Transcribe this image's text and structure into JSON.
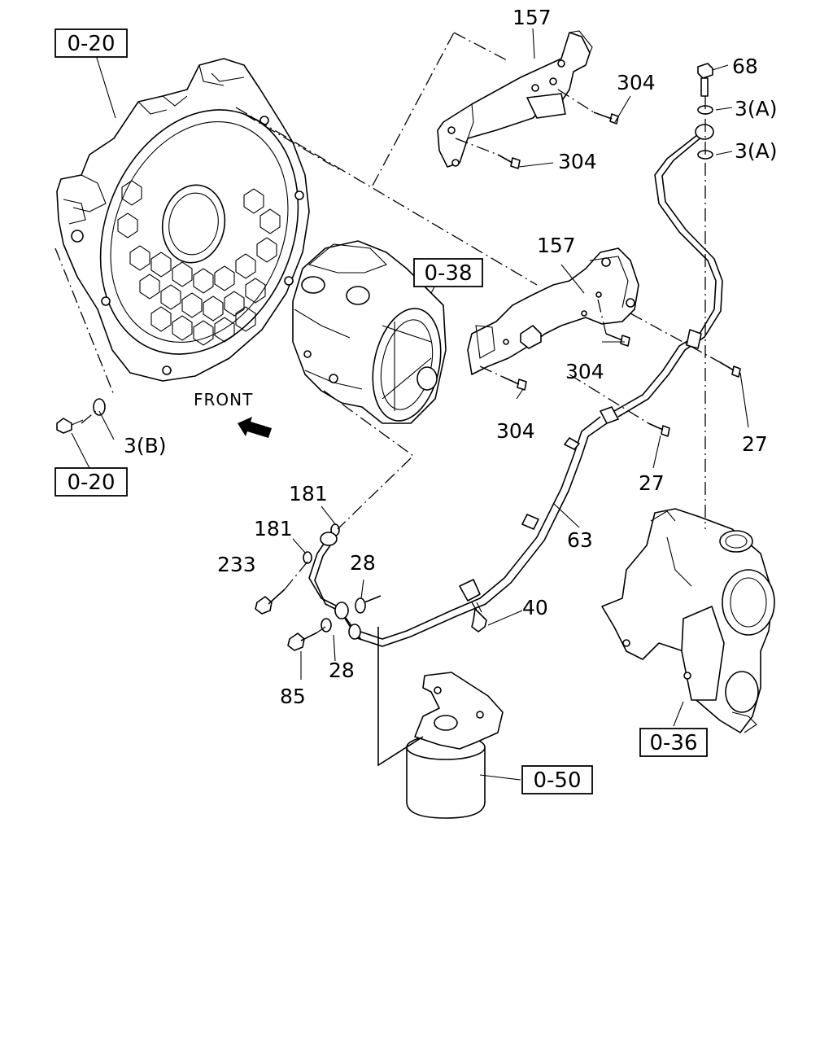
{
  "diagram": {
    "front_label": "FRONT",
    "reference_boxes": [
      "0-20",
      "0-20",
      "0-38",
      "0-36",
      "0-50"
    ],
    "part_labels": [
      "157",
      "157",
      "304",
      "304",
      "304",
      "304",
      "68",
      "3(A)",
      "3(A)",
      "3(B)",
      "27",
      "27",
      "181",
      "181",
      "233",
      "28",
      "28",
      "85",
      "63",
      "40"
    ]
  }
}
